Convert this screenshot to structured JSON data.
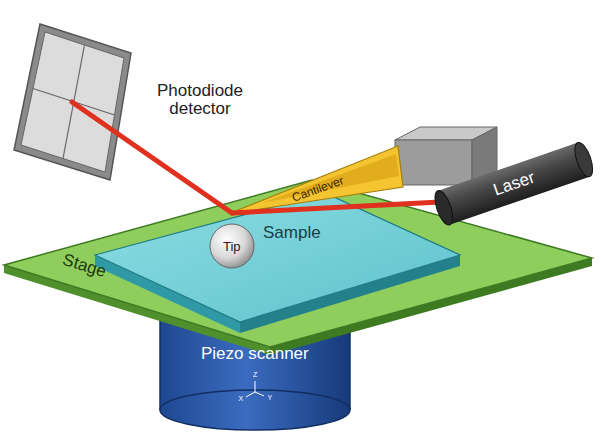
{
  "diagram": {
    "labels": [
      "Photodiode detector",
      "Cantilever",
      "Laser",
      "Tip",
      "Sample",
      "Stage",
      "Piezo scanner",
      "Z",
      "X",
      "Y"
    ]
  }
}
